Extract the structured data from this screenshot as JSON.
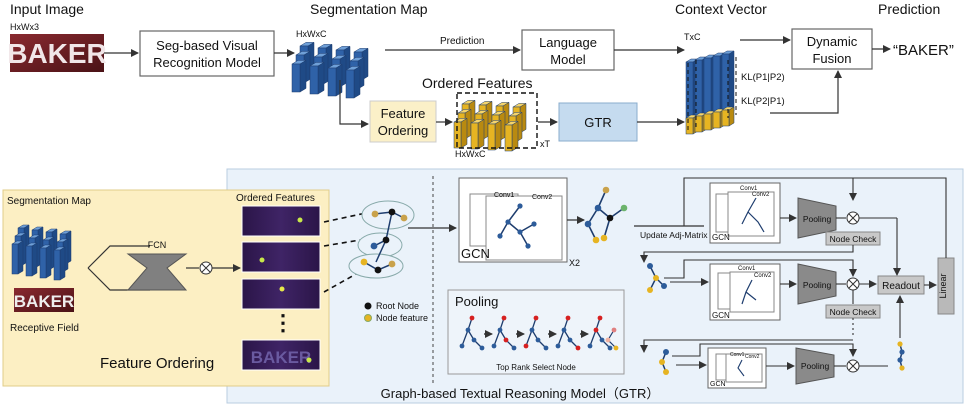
{
  "top": {
    "input_image_label": "Input Image",
    "input_dims": "HxWx3",
    "word": "BAKER",
    "seg_model": [
      "Seg-based Visual",
      "Recognition Model"
    ],
    "seg_map_label": "Segmentation Map",
    "seg_map_dims": "HxWxC",
    "prediction_arrow_label": "Prediction",
    "language_model": [
      "Language",
      "Model"
    ],
    "context_vector_label": "Context Vector",
    "context_dims": "TxC",
    "dynamic_fusion": [
      "Dynamic",
      "Fusion"
    ],
    "prediction_label": "Prediction",
    "prediction_output": "“BAKER”",
    "ordered_features_label": "Ordered Features",
    "feature_ordering": [
      "Feature",
      "Ordering"
    ],
    "of_dims": "HxWxC",
    "xt": "xT",
    "gtr": "GTR",
    "kl1": "KL(P1|P2)",
    "kl2": "KL(P2|P1)"
  },
  "left_panel": {
    "seg_map_label": "Segmentation Map",
    "fcn": "FCN",
    "receptive_field": "Receptive Field",
    "ordered_features_label": "Ordered Features",
    "title": "Feature Ordering",
    "word": "BAKER",
    "dots": "⋮"
  },
  "gtr_panel": {
    "legend_root": "Root Node",
    "legend_feature": "Node feature",
    "conv1": "Conv1",
    "conv2": "Conv2",
    "gcn": "GCN",
    "x2": "X2",
    "update_adj": "Update Adj-Matrix",
    "pooling": "Pooling",
    "node_check": "Node Check",
    "readout": "Readout",
    "linear": "Linear",
    "pooling_box_title": "Pooling",
    "top_rank": "Top Rank Select Node",
    "caption": "Graph-based Textual Reasoning Model（GTR）"
  },
  "colors": {
    "seg_blue": "#3a6fb0",
    "ordered_gold": "#e6b422",
    "feature_ordering_bg": "#fbf0c8",
    "gtr_bg": "#eaf2fa",
    "feature_panel_bg": "#fcefc3",
    "dark_purple": "#3a1d5c",
    "baker_red": "#6b1c22"
  }
}
